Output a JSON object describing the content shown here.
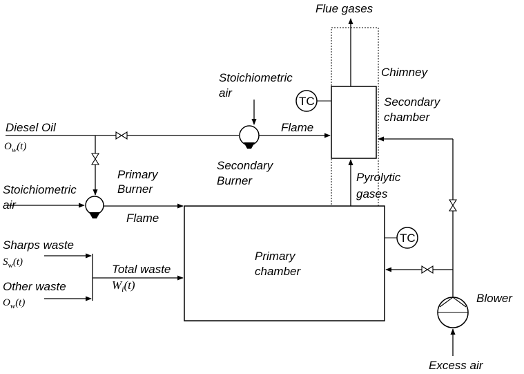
{
  "labels": {
    "flue_gases": "Flue gases",
    "chimney": "Chimney",
    "stoich_air_top_1": "Stoichiometric",
    "stoich_air_top_2": "air",
    "secondary_chamber_1": "Secondary",
    "secondary_chamber_2": "chamber",
    "diesel_oil": "Diesel Oil",
    "flame_top": "Flame",
    "secondary_burner_1": "Secondary",
    "secondary_burner_2": "Burner",
    "primary_burner_1": "Primary",
    "primary_burner_2": "Burner",
    "pyrolytic_1": "Pyrolytic",
    "pyrolytic_2": "gases",
    "stoich_air_left_1": "Stoichiometric",
    "stoich_air_left_2": "air",
    "flame_bottom": "Flame",
    "sharps_waste": "Sharps waste",
    "primary_chamber_1": "Primary",
    "primary_chamber_2": "chamber",
    "total_waste": "Total waste",
    "other_waste": "Other waste",
    "blower": "Blower",
    "excess_air": "Excess air",
    "tc": "TC"
  },
  "variables": {
    "ow_main": "O",
    "ow_main_sub": "w",
    "ow_main_arg": "(t)",
    "sw": "S",
    "sw_sub": "w",
    "sw_arg": "(t)",
    "wi": "W",
    "wi_sub": "i",
    "wi_arg": "(t)",
    "ow_other": "O",
    "ow_other_sub": "w",
    "ow_other_arg": "(t)"
  }
}
